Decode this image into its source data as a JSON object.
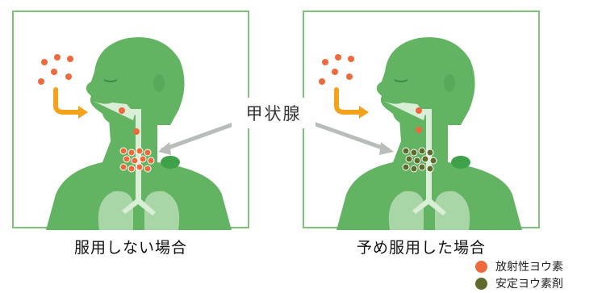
{
  "callout_label": "甲状腺",
  "panels": [
    {
      "caption": "服用しない場合"
    },
    {
      "caption": "予め服用した場合"
    }
  ],
  "legend": [
    {
      "label": "放射性ヨウ素",
      "color": "#ee6a3c"
    },
    {
      "label": "安定ヨウ素剤",
      "color": "#5e6b2c"
    }
  ],
  "colors": {
    "body_green": "#62b463",
    "lung_green": "#a9d6a7",
    "airway": "#d9eed6",
    "thyroid": "#3fa24a",
    "intake_arrow": "#f2a31b",
    "frame": "#7fc07a",
    "pointer": "#b9bdb9"
  }
}
